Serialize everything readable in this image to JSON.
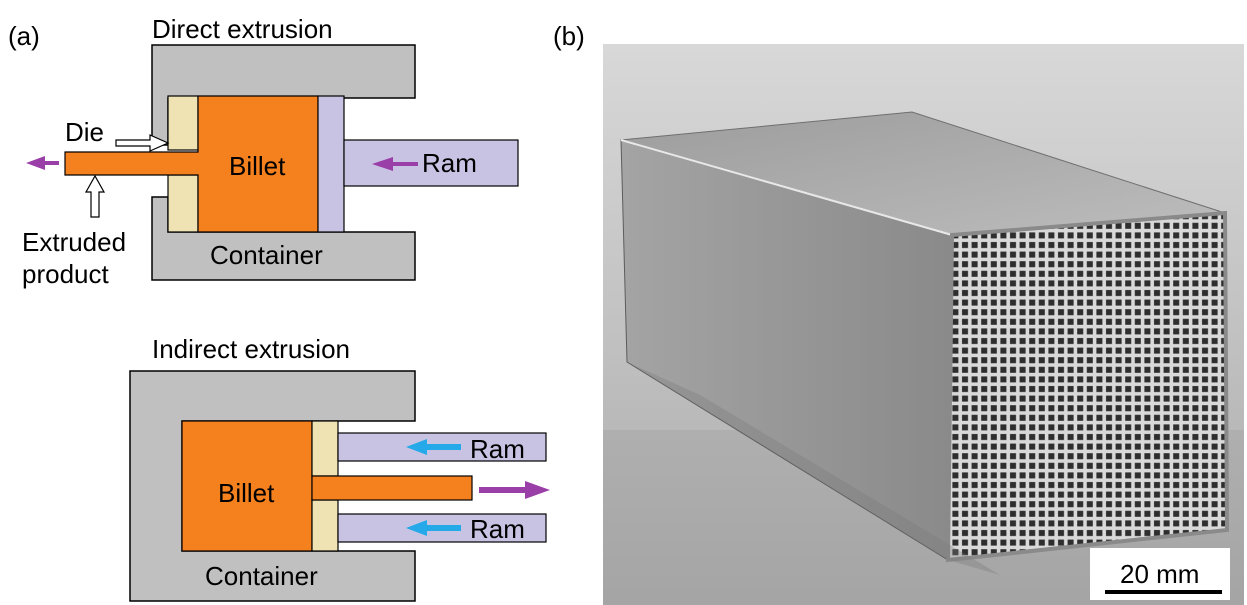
{
  "panel_a": {
    "label": "(a)",
    "direct": {
      "title": "Direct extrusion",
      "die_label": "Die",
      "billet_label": "Billet",
      "ram_label": "Ram",
      "product_label_line1": "Extruded",
      "product_label_line2": "product",
      "container_label": "Container"
    },
    "indirect": {
      "title": "Indirect extrusion",
      "billet_label": "Billet",
      "ram_top_label": "Ram",
      "ram_bottom_label": "Ram",
      "container_label": "Container"
    }
  },
  "panel_b": {
    "label": "(b)",
    "scale_bar_label": "20 mm"
  },
  "colors": {
    "container": "#c0c0c0",
    "billet": "#f5801e",
    "die": "#efe3b4",
    "ram": "#c8c3e2",
    "arrow_purple": "#9b3fa8",
    "arrow_blue": "#25a9e8"
  }
}
